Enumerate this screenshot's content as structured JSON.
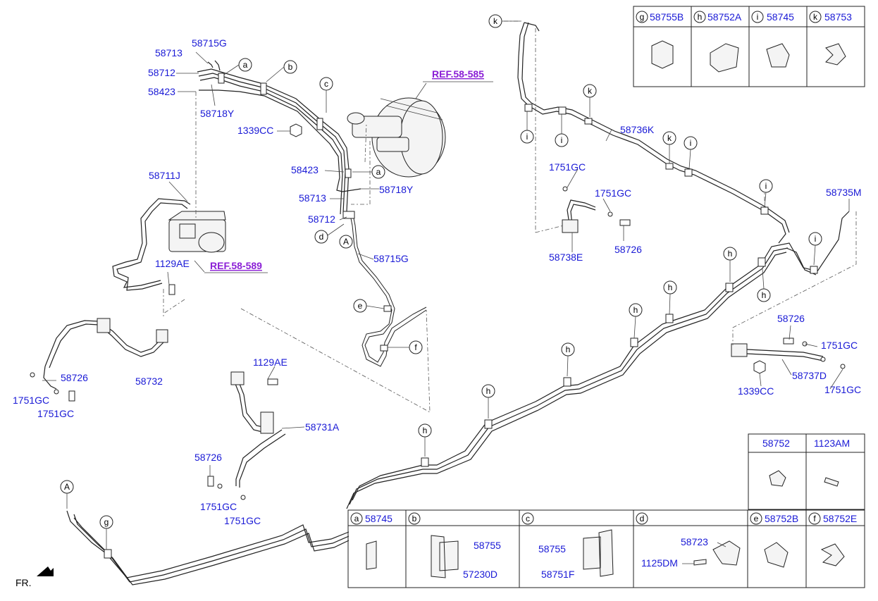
{
  "callouts": {
    "a": "a",
    "b": "b",
    "c": "c",
    "d": "d",
    "e": "e",
    "f": "f",
    "g": "g",
    "h": "h",
    "i": "i",
    "k": "k",
    "A": "A"
  },
  "labels": {
    "p58713_top": "58713",
    "p58715G_top": "58715G",
    "p58712_top": "58712",
    "p58423_top": "58423",
    "p58718Y_top": "58718Y",
    "p1339CC_mid": "1339CC",
    "p58423_mid": "58423",
    "p58718Y_mid": "58718Y",
    "p58713_mid": "58713",
    "p58712_mid": "58712",
    "p58715G_mid": "58715G",
    "p58711J": "58711J",
    "p1129AE_l": "1129AE",
    "p58726_l": "58726",
    "p1751GC_l1": "1751GC",
    "p1751GC_l2": "1751GC",
    "p58732": "58732",
    "p1129AE_c": "1129AE",
    "p58731A": "58731A",
    "p58726_c": "58726",
    "p1751GC_c1": "1751GC",
    "p1751GC_c2": "1751GC",
    "p58736K": "58736K",
    "p1751GC_r1": "1751GC",
    "p1751GC_r2": "1751GC",
    "p58726_r": "58726",
    "p58738E": "58738E",
    "p58735M": "58735M",
    "p58726_r2": "58726",
    "p1751GC_r3": "1751GC",
    "p58737D": "58737D",
    "p1339CC_r": "1339CC",
    "p1751GC_r4": "1751GC",
    "ref_58585": "REF.58-585",
    "ref_58589": "REF.58-589",
    "fr": "FR."
  },
  "legend_top": [
    {
      "callout": "g",
      "part": "58755B"
    },
    {
      "callout": "h",
      "part": "58752A"
    },
    {
      "callout": "i",
      "part": "58745"
    },
    {
      "callout": "k",
      "part": "58753"
    }
  ],
  "legend_mid": [
    {
      "part": "58752"
    },
    {
      "part": "1123AM"
    }
  ],
  "legend_bottom": {
    "a": {
      "callout": "a",
      "part": "58745"
    },
    "b": {
      "callout": "b",
      "part1": "58755",
      "part2": "57230D"
    },
    "c": {
      "callout": "c",
      "part1": "58755",
      "part2": "58751F"
    },
    "d": {
      "callout": "d",
      "part1": "58723",
      "part2": "1125DM"
    },
    "e": {
      "callout": "e",
      "part": "58752B"
    },
    "f": {
      "callout": "f",
      "part": "58752E"
    }
  }
}
